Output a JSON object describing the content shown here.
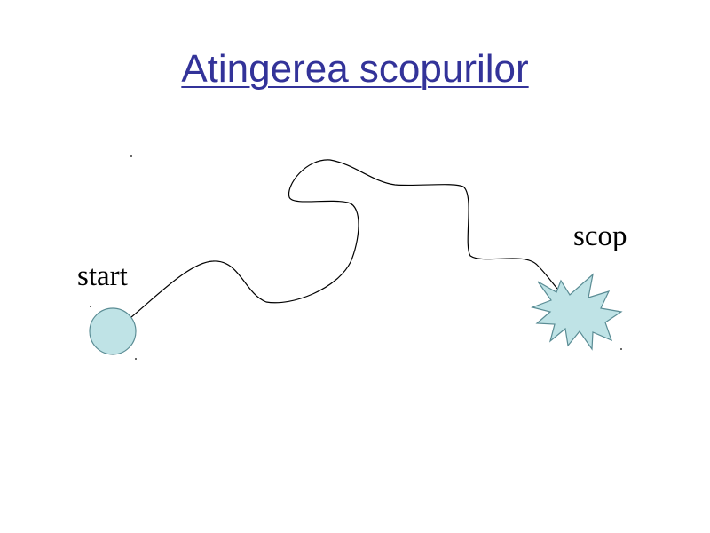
{
  "title": "Atingerea scopurilor",
  "diagram": {
    "start_label": "start",
    "goal_label": "scop"
  },
  "colors": {
    "title": "#333399",
    "node_fill": "#bfe3e6",
    "node_stroke": "#5a8c94",
    "path": "#000000"
  }
}
